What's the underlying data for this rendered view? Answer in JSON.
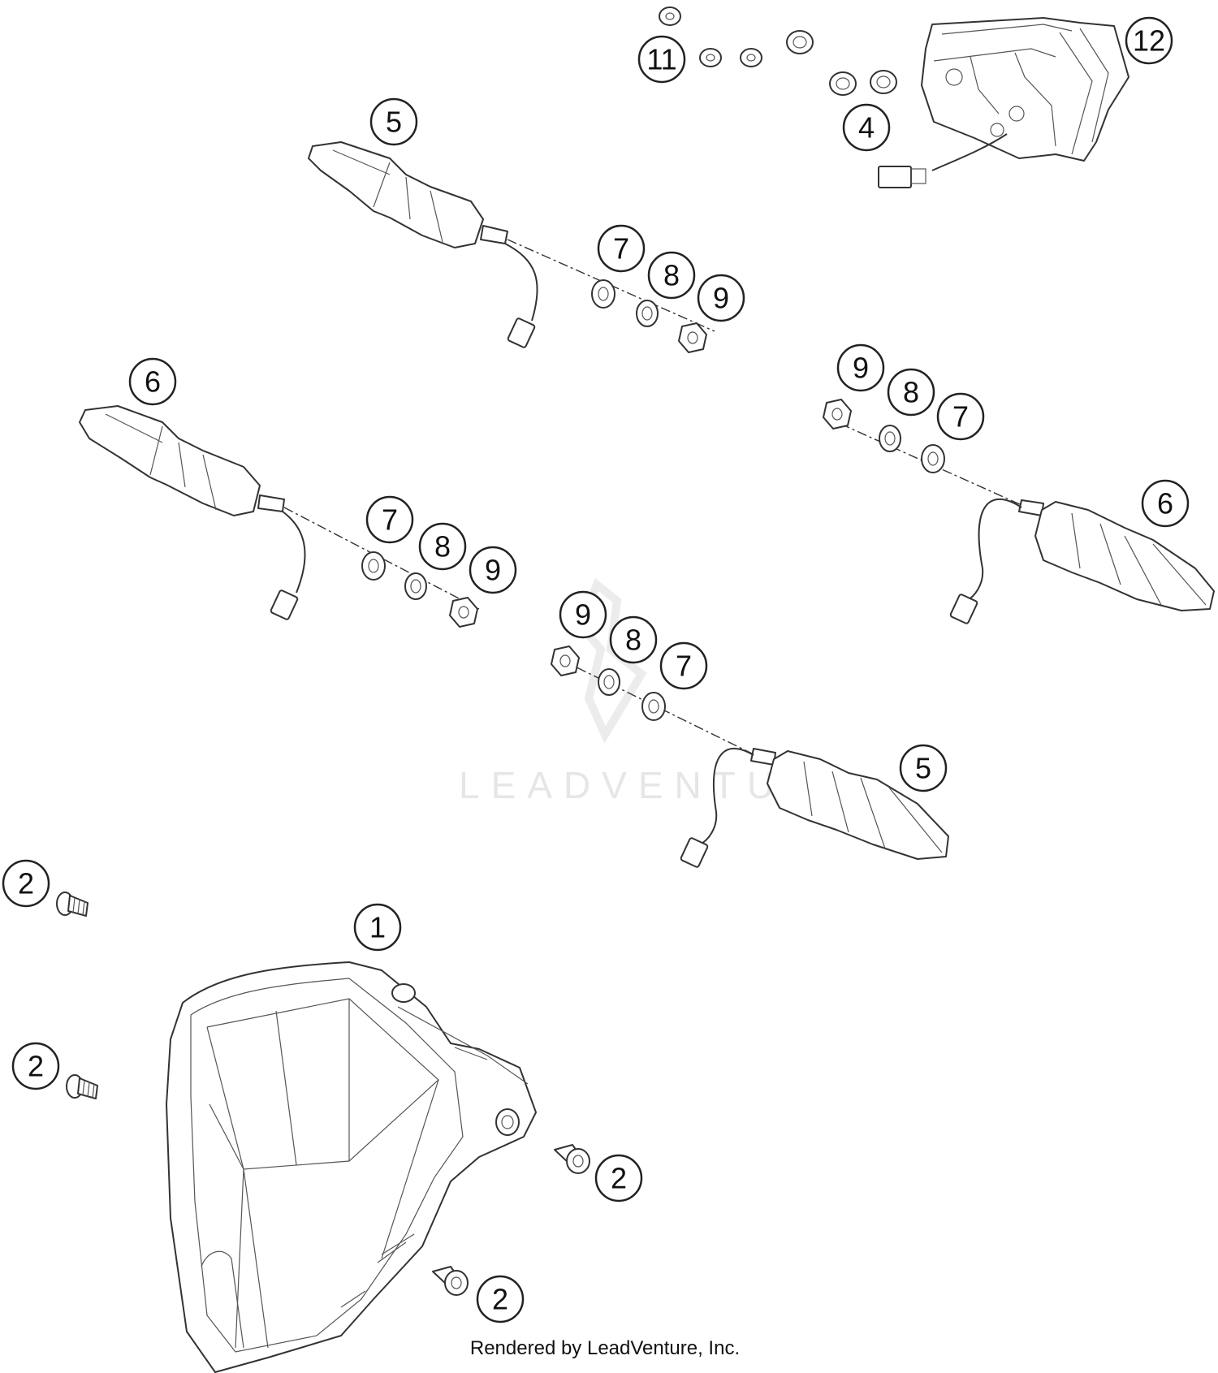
{
  "diagram": {
    "callouts": {
      "c1": "1",
      "c2a": "2",
      "c2b": "2",
      "c2c": "2",
      "c2d": "2",
      "c4": "4",
      "c5a": "5",
      "c5b": "5",
      "c6a": "6",
      "c6b": "6",
      "c7a": "7",
      "c7b": "7",
      "c7c": "7",
      "c7d": "7",
      "c8a": "8",
      "c8b": "8",
      "c8c": "8",
      "c8d": "8",
      "c9a": "9",
      "c9b": "9",
      "c9c": "9",
      "c9d": "9",
      "c11": "11",
      "c12": "12"
    },
    "watermark": "LEADVENTURE",
    "credit": "Rendered by LeadVenture, Inc."
  }
}
